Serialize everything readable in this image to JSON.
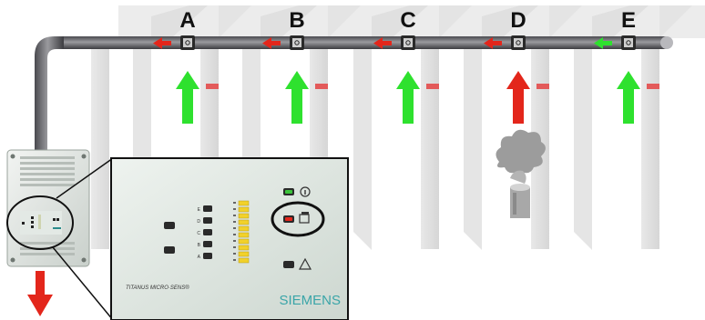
{
  "zones": [
    {
      "id": "A",
      "pipe_arrow_color": "#e3261b",
      "airflow_color": "#2ee12e"
    },
    {
      "id": "B",
      "pipe_arrow_color": "#e3261b",
      "airflow_color": "#2ee12e"
    },
    {
      "id": "C",
      "pipe_arrow_color": "#e3261b",
      "airflow_color": "#2ee12e"
    },
    {
      "id": "D",
      "pipe_arrow_color": "#e3261b",
      "airflow_color": "#e3261b"
    },
    {
      "id": "E",
      "pipe_arrow_color": "#2ee12e",
      "airflow_color": "#2ee12e"
    }
  ],
  "panel": {
    "zone_led_labels": [
      "E",
      "D",
      "C",
      "B",
      "A"
    ],
    "model_text": "TITANUS MICRO·SENS®",
    "brand": "SIEMENS",
    "bar_segments": 10
  },
  "colors": {
    "red": "#e3261b",
    "green": "#2ee12e",
    "pipe": "#6e6e72",
    "pipe_highlight": "#cfcfcf",
    "wall": "#d6d6d6",
    "panel_bg": "#dfe7e2",
    "yellow_bar": "#f2d12a"
  },
  "icons": [
    "info-icon",
    "fault-icon",
    "warning-triangle-icon",
    "smoke-icon",
    "exhaust-arrow-icon"
  ]
}
